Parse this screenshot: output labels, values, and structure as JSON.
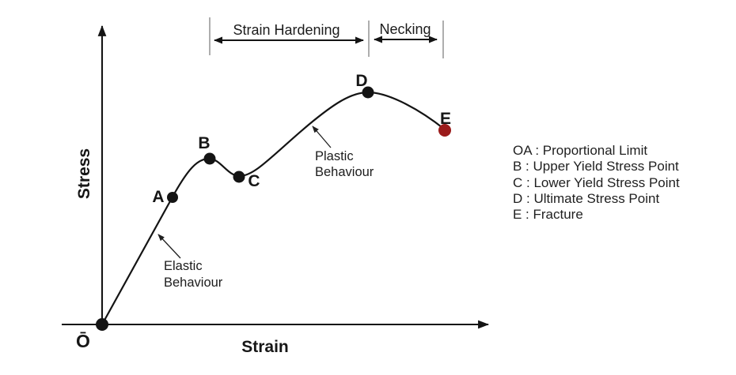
{
  "axes": {
    "x_label": "Strain",
    "y_label": "Stress",
    "origin_label": "Ō"
  },
  "points": [
    {
      "label": "A"
    },
    {
      "label": "B"
    },
    {
      "label": "C"
    },
    {
      "label": "D"
    },
    {
      "label": "E"
    }
  ],
  "regions": [
    {
      "label": "Strain Hardening"
    },
    {
      "label": "Necking"
    }
  ],
  "annotations": [
    {
      "line1": "Elastic",
      "line2": "Behaviour"
    },
    {
      "line1": "Plastic",
      "line2": "Behaviour"
    }
  ],
  "legend": {
    "items": [
      "OA : Proportional Limit",
      "B : Upper Yield Stress Point",
      "C : Lower Yield Stress Point",
      "D : Ultimate Stress Point",
      "E : Fracture"
    ]
  },
  "colors": {
    "curve": "#141414",
    "point_dot": "#141414",
    "fracture_dot": "#9b1b1b",
    "bracket_tick": "#9a9a9a"
  }
}
